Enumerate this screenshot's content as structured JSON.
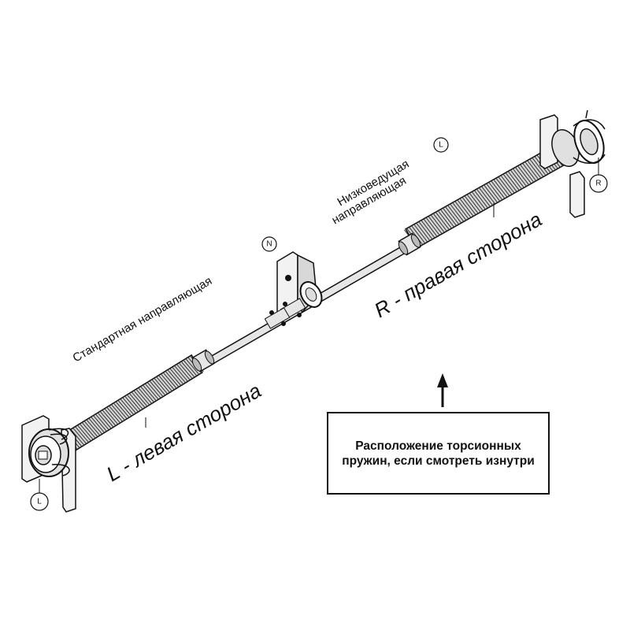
{
  "labels": {
    "standard_track": "Стандартная направляющая",
    "low_headroom_line1": "Низковедущая",
    "low_headroom_line2": "направляющая",
    "left_side": "L - левая сторона",
    "right_side": "R - правая сторона"
  },
  "markers": {
    "n": "N",
    "l_top": "L",
    "l_bottom": "L",
    "r": "R"
  },
  "info_box": {
    "text": "Расположение торсионных пружин, если смотреть изнутри"
  },
  "colors": {
    "line": "#111111",
    "spring_fill": "#d4d4d4",
    "shaft_fill": "#e6e6e6"
  }
}
